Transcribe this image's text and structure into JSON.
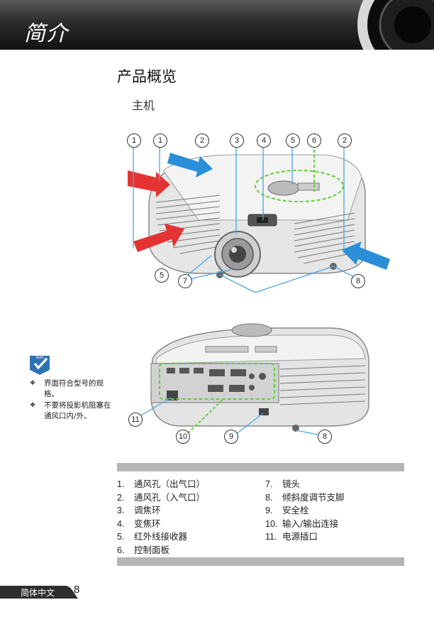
{
  "header": {
    "title": "简介"
  },
  "section": {
    "title": "产品概览",
    "subtitle": "主机"
  },
  "note": {
    "badge": "Note",
    "items": [
      "界面符合型号的规格。",
      "不要将投影机阻塞在通风口内/外。"
    ]
  },
  "figure_top": {
    "callouts": [
      "1",
      "1",
      "2",
      "3",
      "4",
      "5",
      "6",
      "2",
      "5",
      "7",
      "8"
    ]
  },
  "figure_bottom": {
    "callouts": [
      "11",
      "10",
      "9",
      "8"
    ]
  },
  "legend": {
    "left": [
      {
        "num": "1.",
        "text": "通风孔（出气口）"
      },
      {
        "num": "2.",
        "text": "通风孔（入气口）"
      },
      {
        "num": "3.",
        "text": "调焦环"
      },
      {
        "num": "4.",
        "text": "变焦环"
      },
      {
        "num": "5.",
        "text": "红外线接收器"
      },
      {
        "num": "6.",
        "text": "控制面板"
      }
    ],
    "right": [
      {
        "num": "7.",
        "text": "镜头"
      },
      {
        "num": "8.",
        "text": "倾斜度调节支脚"
      },
      {
        "num": "9.",
        "text": "安全栓"
      },
      {
        "num": "10.",
        "text": "输入/输出连接"
      },
      {
        "num": "11.",
        "text": "电源插口"
      }
    ]
  },
  "footer": {
    "language": "简体中文",
    "page": "8"
  }
}
